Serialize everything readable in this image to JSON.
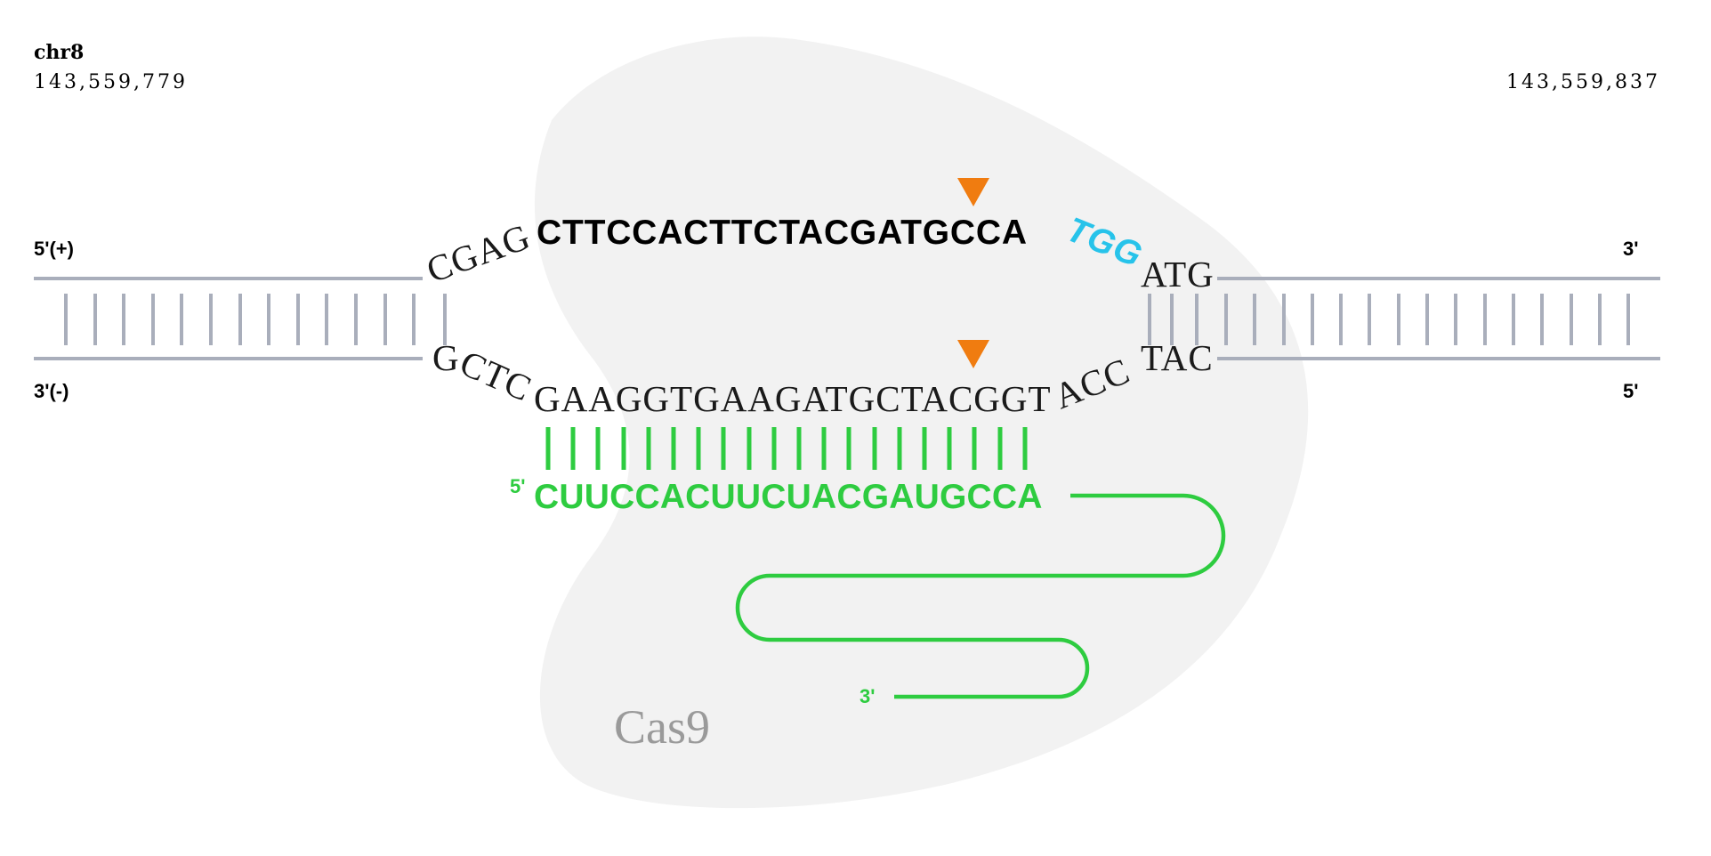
{
  "header": {
    "chromosome": "chr8",
    "start_position": "143,559,779",
    "end_position": "143,559,837"
  },
  "strand_labels": {
    "top_left": "5'(+)",
    "top_right": "3'",
    "bottom_left": "3'(-)",
    "bottom_right": "5'"
  },
  "top_strand": {
    "left_arc": "CGAG",
    "protospacer": "CTTCCACTTCTACGATGCCA",
    "pam": "TGG",
    "right_flank": "ATG"
  },
  "bottom_strand": {
    "left_flank": "G",
    "left_arc": "CTC",
    "middle": "GAAGGTGAAGATGCTACGGT",
    "right_arc": "ACC",
    "right_flank": "TAC"
  },
  "guide_rna": {
    "five_prime_label": "5'",
    "sequence": "CUUCCACUUCUACGAUGCCA",
    "three_prime_label": "3'"
  },
  "protein": {
    "label": "Cas9"
  },
  "colors": {
    "duplex_line": "#a9aebb",
    "cut_marker": "#f07c10",
    "pam": "#27c3ea",
    "guide_rna": "#2ecc40",
    "cas9_blob": "#f2f2f2",
    "cas9_text": "#9a9a9a"
  },
  "icons": [
    "cut-site-marker-icon"
  ]
}
